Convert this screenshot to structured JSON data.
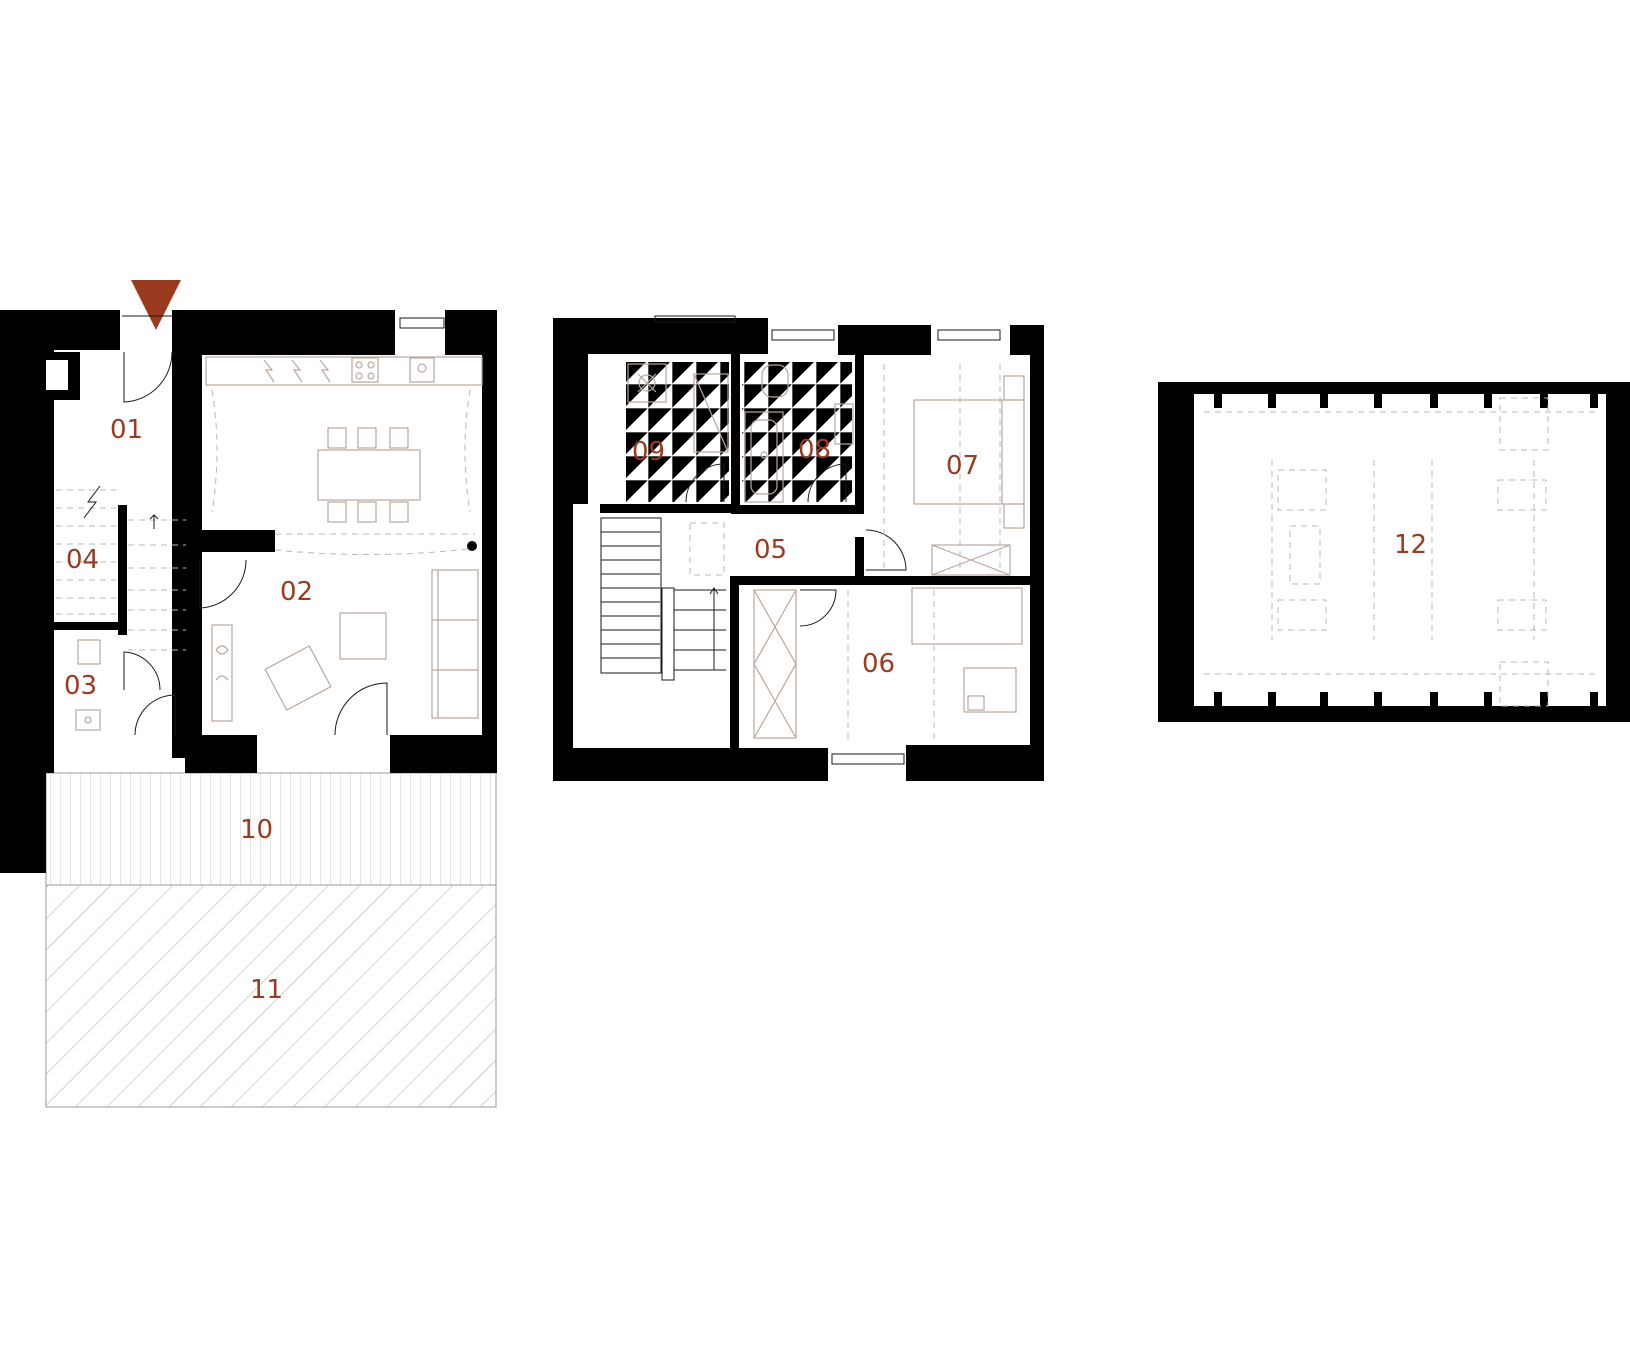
{
  "plan": {
    "accent_color": "#9a3a1e",
    "entrance_marker": "entrance-arrow-icon",
    "rooms": [
      {
        "id": "01",
        "label": "01"
      },
      {
        "id": "02",
        "label": "02"
      },
      {
        "id": "03",
        "label": "03"
      },
      {
        "id": "04",
        "label": "04"
      },
      {
        "id": "05",
        "label": "05"
      },
      {
        "id": "06",
        "label": "06"
      },
      {
        "id": "07",
        "label": "07"
      },
      {
        "id": "08",
        "label": "08"
      },
      {
        "id": "09",
        "label": "09"
      },
      {
        "id": "10",
        "label": "10"
      },
      {
        "id": "11",
        "label": "11"
      },
      {
        "id": "12",
        "label": "12"
      }
    ]
  }
}
